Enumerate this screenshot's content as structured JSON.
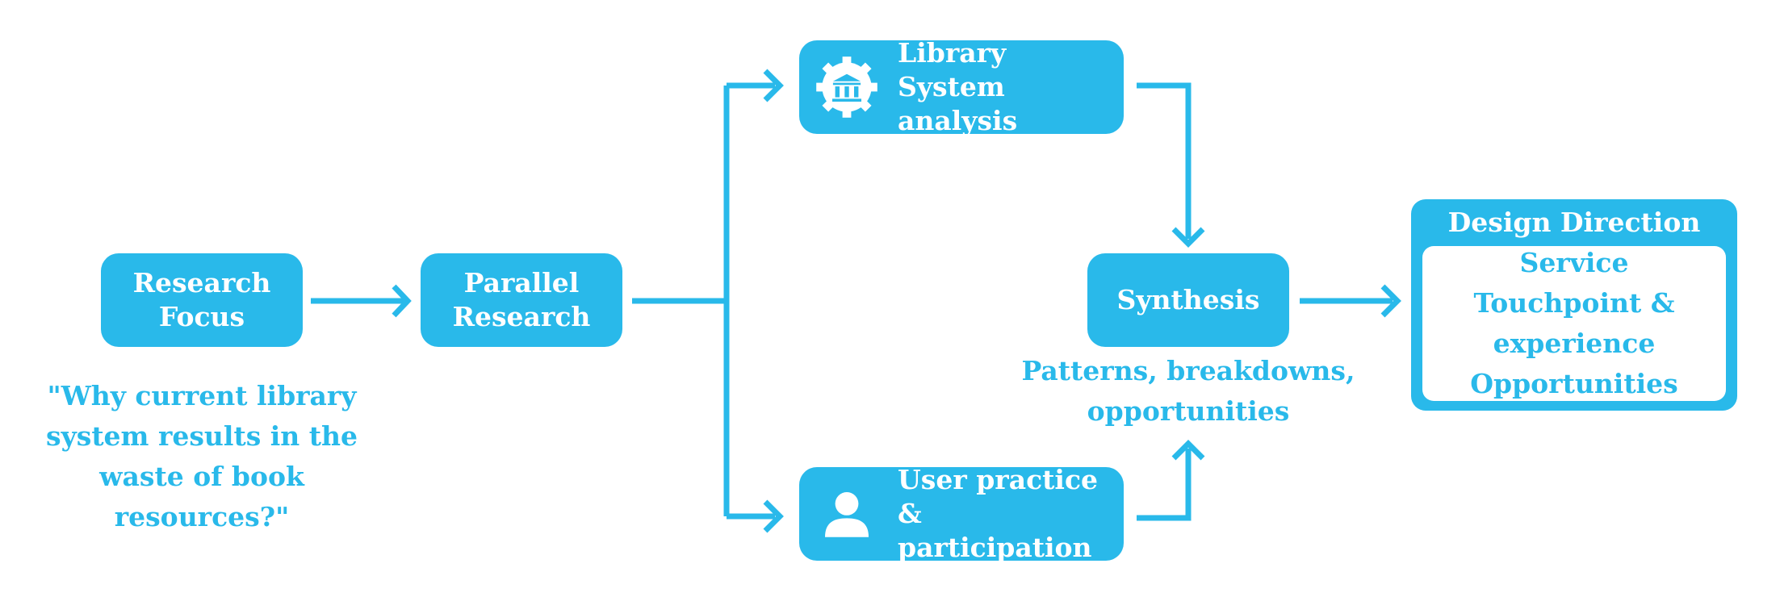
{
  "colors": {
    "accent": "#29b9ea",
    "text_on_accent": "#ffffff",
    "background": "#ffffff"
  },
  "nodes": {
    "research_focus": {
      "lines": [
        "Research",
        "Focus"
      ]
    },
    "parallel_research": {
      "lines": [
        "Parallel",
        "Research"
      ]
    },
    "library_system": {
      "lines": [
        "Library",
        "System analysis"
      ],
      "icon": "library-gear-icon"
    },
    "user_practice": {
      "lines": [
        "User practice",
        "& participation"
      ],
      "icon": "user-icon"
    },
    "synthesis": {
      "lines": [
        "Synthesis"
      ]
    },
    "design_direction": {
      "title": "Design Direction",
      "lines": [
        "Service",
        "Touchpoint &",
        "experience",
        "Opportunities"
      ]
    }
  },
  "captions": {
    "question": [
      "\"Why current library",
      "system results in the",
      "waste of book",
      "resources?\""
    ],
    "synthesis_note": [
      "Patterns, breakdowns,",
      "opportunities"
    ]
  },
  "edges": [
    {
      "from": "research_focus",
      "to": "parallel_research"
    },
    {
      "from": "parallel_research",
      "to": "library_system"
    },
    {
      "from": "parallel_research",
      "to": "user_practice"
    },
    {
      "from": "library_system",
      "to": "synthesis"
    },
    {
      "from": "user_practice",
      "to": "synthesis"
    },
    {
      "from": "synthesis",
      "to": "design_direction"
    }
  ]
}
